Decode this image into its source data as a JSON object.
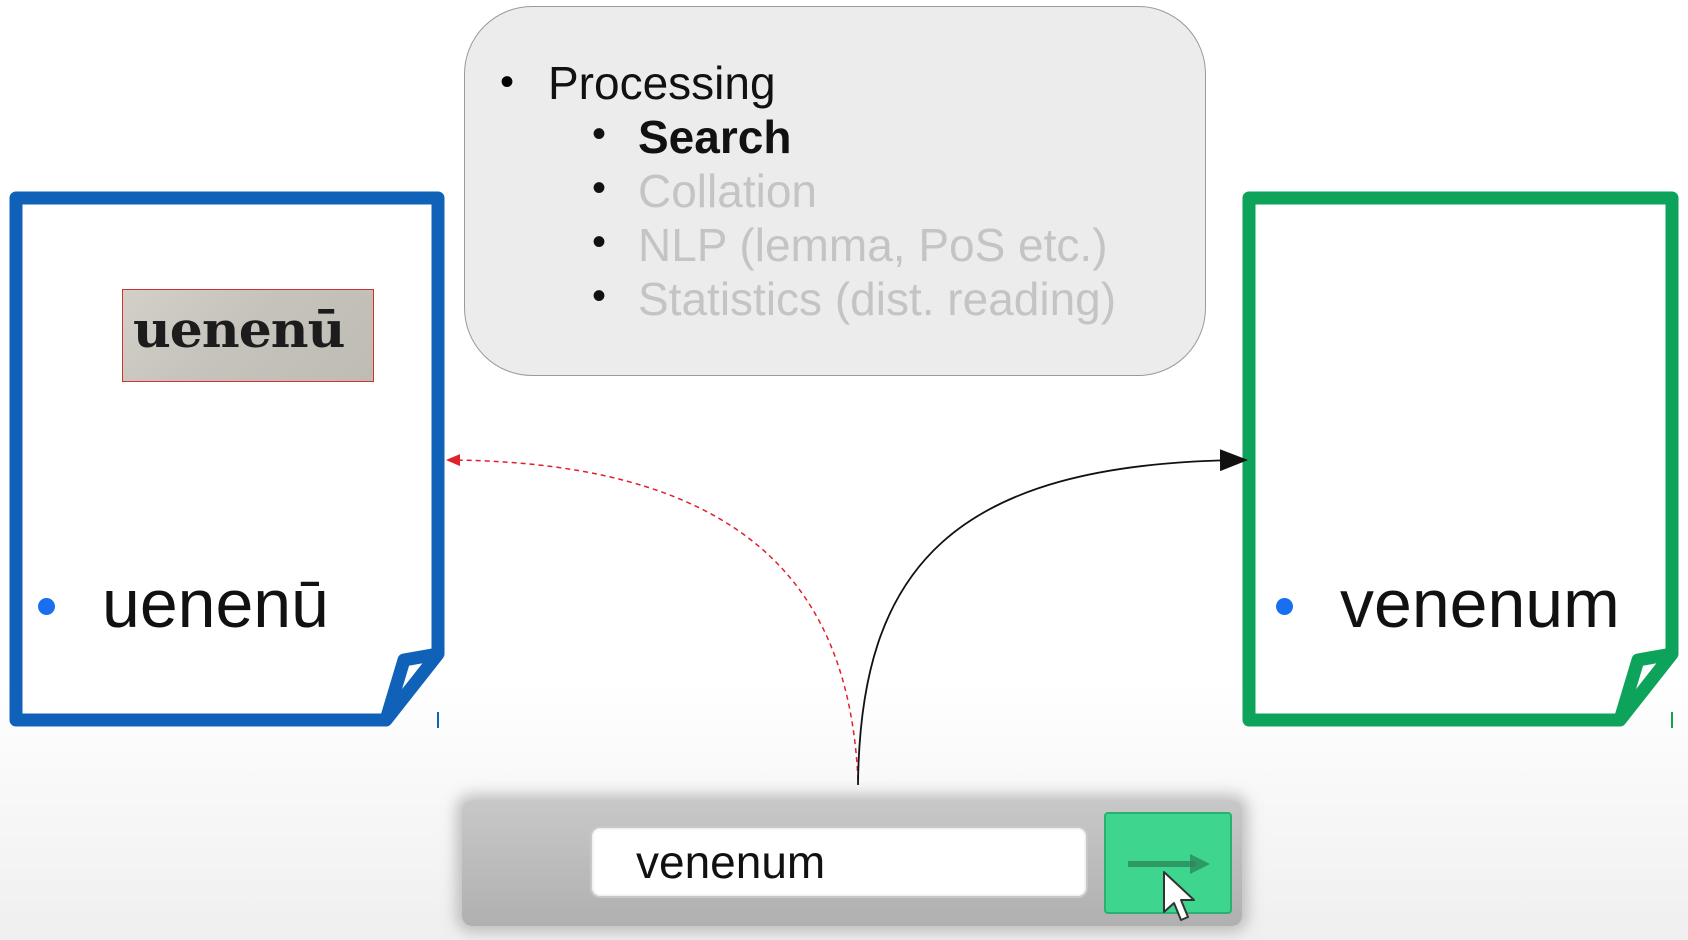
{
  "callout": {
    "heading": "Processing",
    "items": [
      {
        "label": "Search",
        "state": "active",
        "color": "#111111"
      },
      {
        "label": "Collation",
        "state": "inactive",
        "color": "#c4c4c4"
      },
      {
        "label": "NLP (lemma, PoS etc.)",
        "state": "inactive",
        "color": "#c4c4c4"
      },
      {
        "label": "Statistics (dist. reading)",
        "state": "inactive",
        "color": "#c4c4c4"
      }
    ]
  },
  "left_document": {
    "border_color": "#0f62b8",
    "scan_text": "uenenū",
    "text": "uenenū"
  },
  "right_document": {
    "border_color": "#0ea35a",
    "text": "venenum"
  },
  "search": {
    "value": "venenum"
  },
  "colors": {
    "bullet": "#1a6ff0",
    "failed_arrow": "#e0202a",
    "success_arrow": "#111111",
    "button": "#3ed68e"
  }
}
